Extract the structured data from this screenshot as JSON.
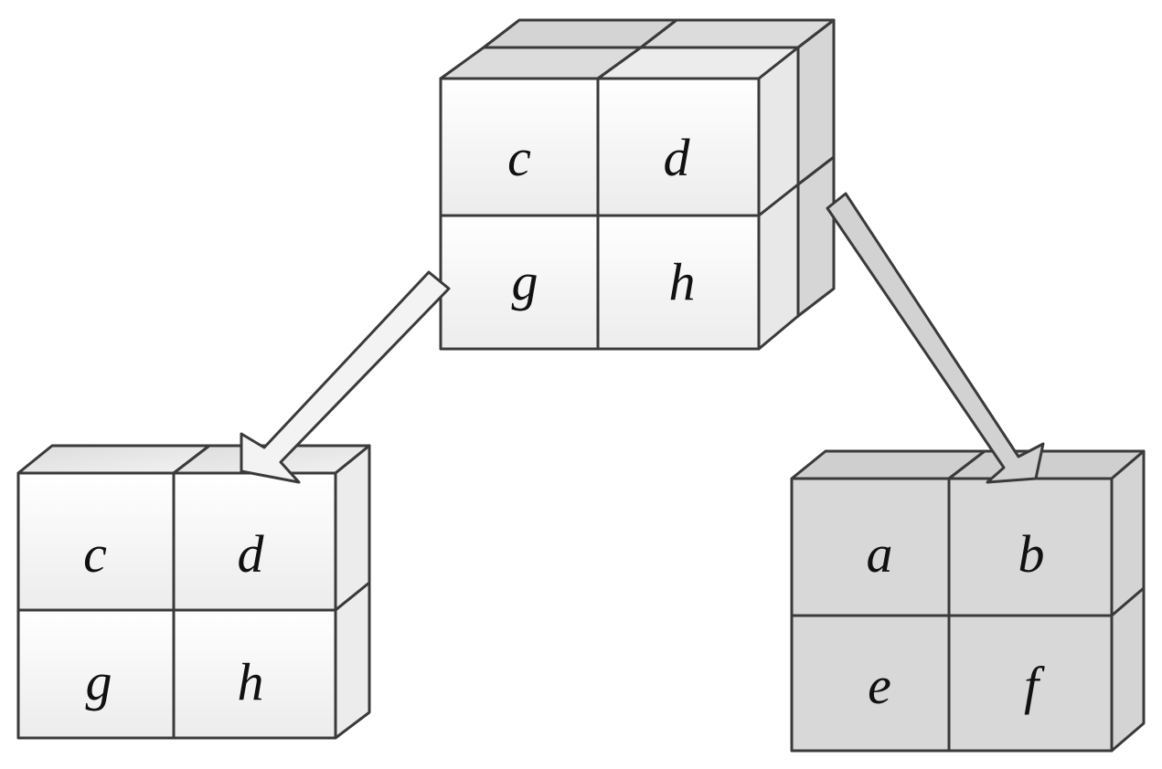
{
  "colors": {
    "light_face": "#f4f4f4",
    "light_top": "#e4e4e4",
    "light_side": "#d9d9d9",
    "dark_face": "#d8d8d8",
    "dark_top": "#d0d0d0",
    "dark_side": "#c8c8c8",
    "outline": "#3a3a3a",
    "arrow_left_fill": "#f2f2f2",
    "arrow_right_fill": "#d4d4d4"
  },
  "top_cube": {
    "cells": [
      "c",
      "d",
      "g",
      "h"
    ]
  },
  "left_cube": {
    "cells": [
      "c",
      "d",
      "g",
      "h"
    ]
  },
  "right_cube": {
    "cells": [
      "a",
      "b",
      "e",
      "f"
    ]
  }
}
